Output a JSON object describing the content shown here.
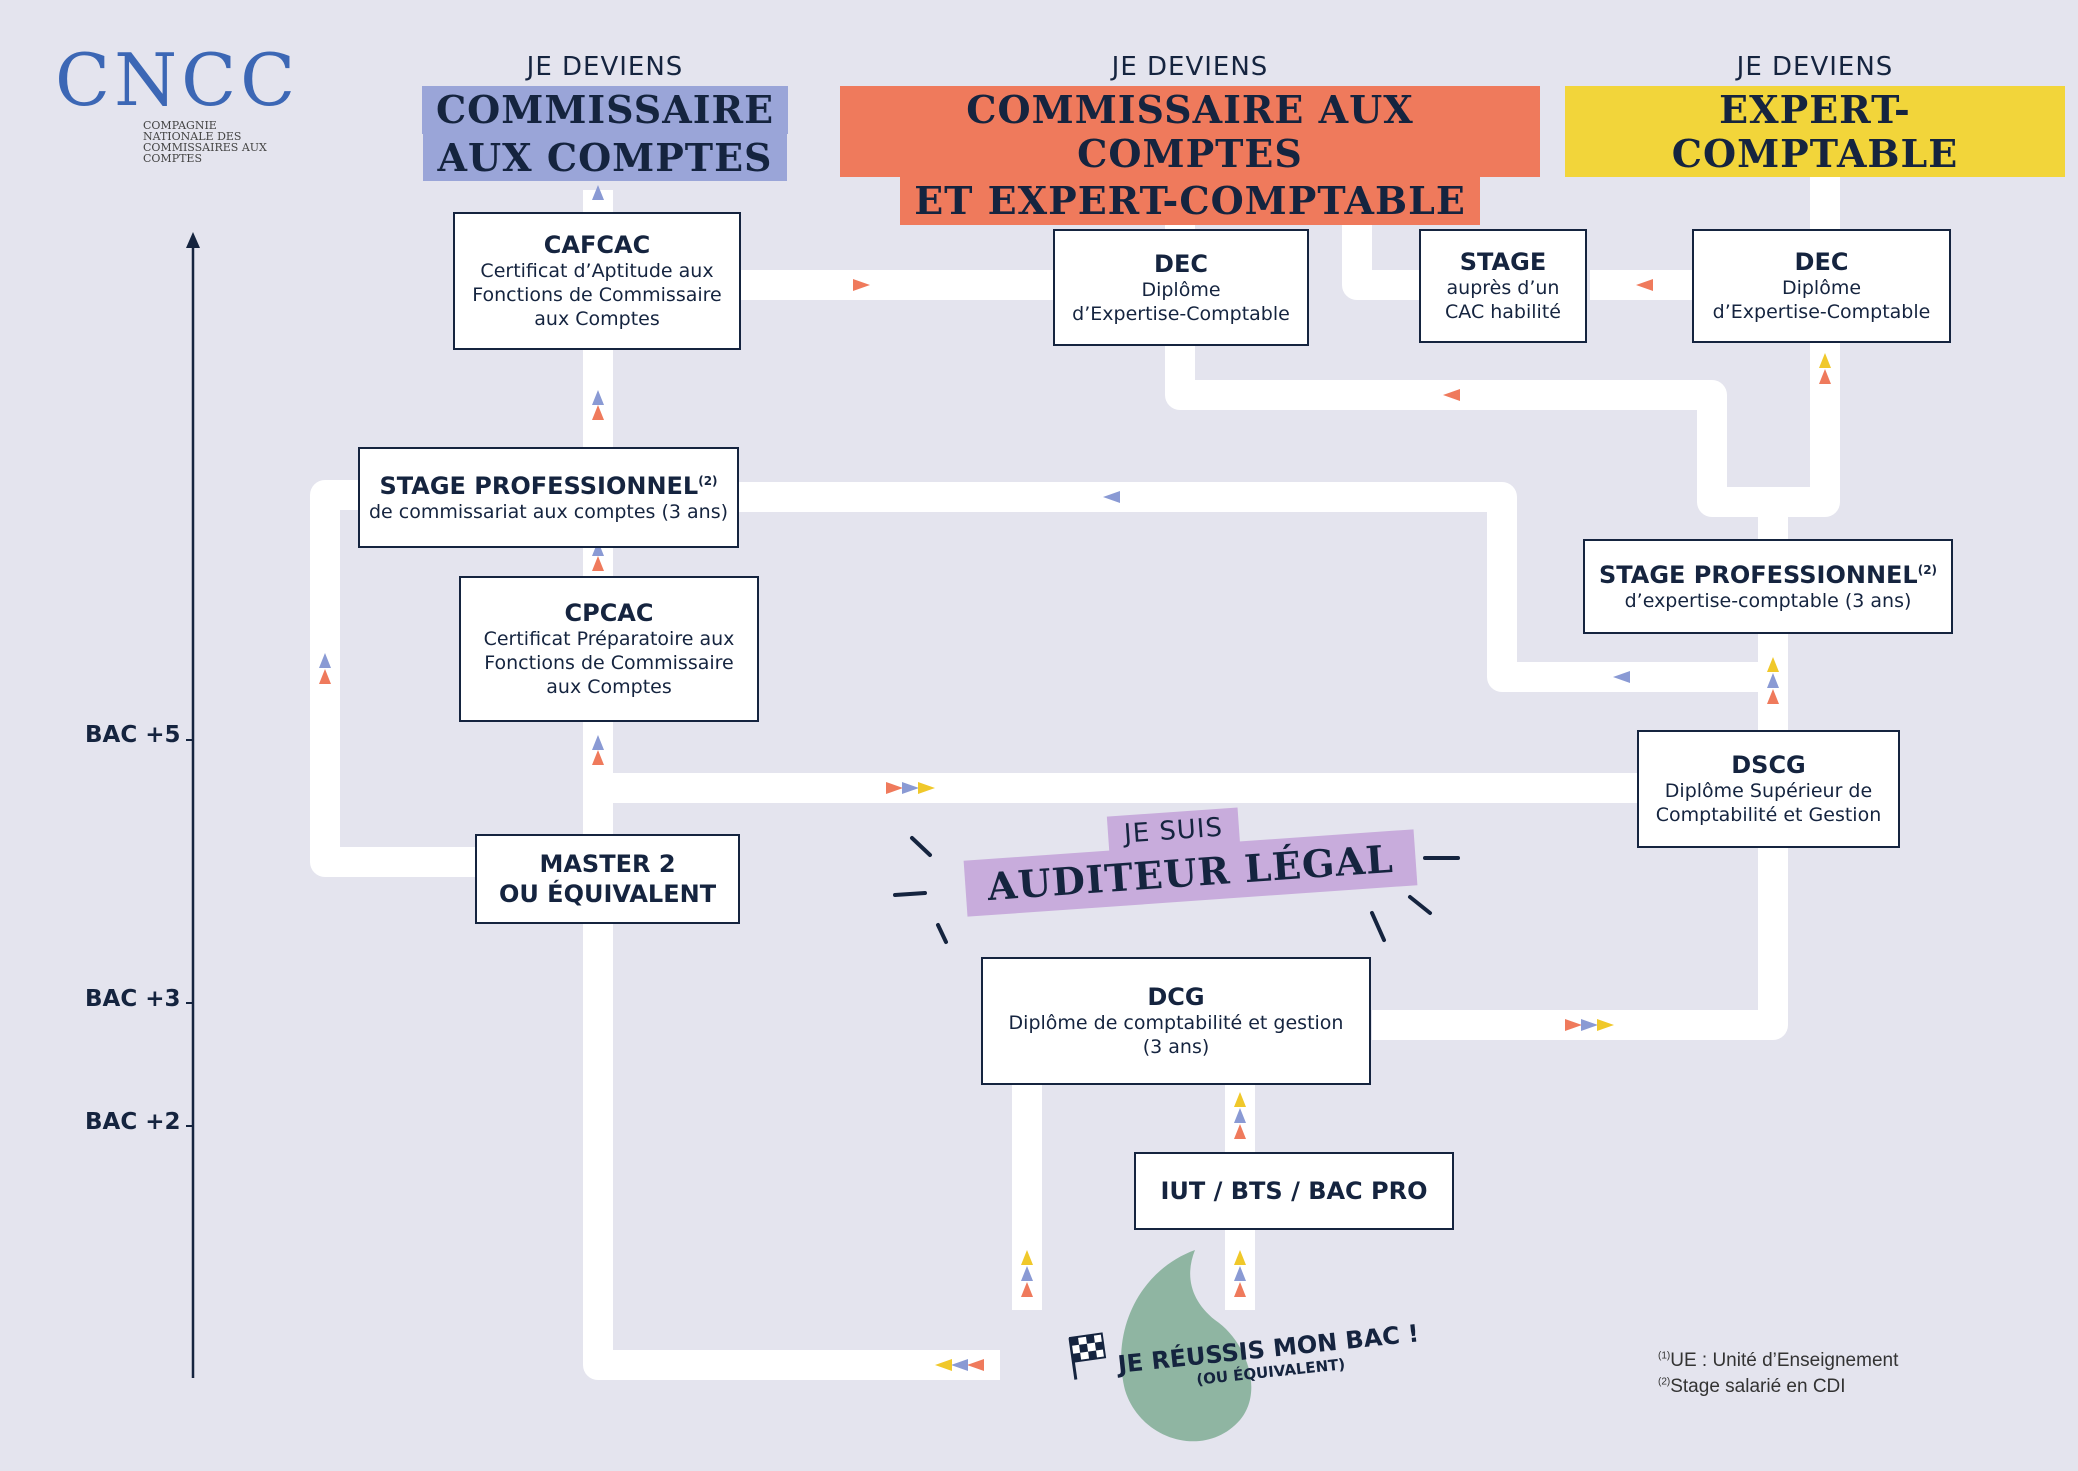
{
  "logo": {
    "letters": "CNCC",
    "line1": "COMPAGNIE",
    "line2": "NATIONALE DES",
    "line3": "COMMISSAIRES AUX",
    "line4": "COMPTES"
  },
  "headings": {
    "cac": {
      "small": "JE DEVIENS",
      "line1": "COMMISSAIRE",
      "line2": "AUX COMPTES"
    },
    "both": {
      "small": "JE DEVIENS",
      "line1": "COMMISSAIRE AUX COMPTES",
      "line2": "ET EXPERT-COMPTABLE"
    },
    "ec": {
      "small": "JE DEVIENS",
      "line1": "EXPERT-COMPTABLE"
    },
    "auditeur": {
      "small": "JE SUIS",
      "big": "AUDITEUR LÉGAL"
    }
  },
  "boxes": {
    "cafcac": {
      "title": "CAFCAC",
      "l1": "Certificat d’Aptitude aux",
      "l2": "Fonctions de Commissaire",
      "l3": "aux Comptes"
    },
    "dec1": {
      "title": "DEC",
      "l1": "Diplôme",
      "l2": "d’Expertise-Comptable"
    },
    "stage_cac": {
      "title": "STAGE",
      "l1": "auprès d’un",
      "l2": "CAC habilité"
    },
    "dec2": {
      "title": "DEC",
      "l1": "Diplôme",
      "l2": "d’Expertise-Comptable"
    },
    "stage_pro_cac": {
      "title": "STAGE PROFESSIONNEL",
      "sup": "(2)",
      "l1": "de commissariat aux comptes (3 ans)"
    },
    "stage_pro_ec": {
      "title": "STAGE PROFESSIONNEL",
      "sup": "(2)",
      "l1": "d’expertise-comptable (3 ans)"
    },
    "cpcac": {
      "title": "CPCAC",
      "l1": "Certificat Préparatoire aux",
      "l2": "Fonctions de Commissaire",
      "l3": "aux Comptes"
    },
    "dscg": {
      "title": "DSCG",
      "l1": "Diplôme Supérieur de",
      "l2": "Comptabilité et Gestion"
    },
    "master": {
      "l1": "MASTER 2",
      "l2": "OU ÉQUIVALENT"
    },
    "dcg": {
      "title": "DCG",
      "l1": "Diplôme de comptabilité et gestion",
      "l2": "(3 ans)"
    },
    "iut": {
      "title": "IUT / BTS / BAC PRO"
    }
  },
  "axis": {
    "bac5": "BAC +5",
    "bac3": "BAC +3",
    "bac2": "BAC +2"
  },
  "start": {
    "line1": "JE RÉUSSIS MON BAC !",
    "line2": "(OU ÉQUIVALENT)",
    "flag": "checkered-flag-icon"
  },
  "notes": {
    "n1_sup": "(1)",
    "n1": "UE : Unité d’Enseignement",
    "n2_sup": "(2)",
    "n2": "Stage salarié en CDI"
  },
  "colors": {
    "background": "#e4e4ee",
    "navy": "#15243f",
    "blue_hl": "#9aa5d8",
    "orange_hl": "#ef7a5c",
    "yellow_hl": "#f2d53a",
    "violet_hl": "#c8acdc",
    "road": "#ffffff",
    "blob": "#8fb5a2",
    "arrow_orange": "#ef7a5c",
    "arrow_blue": "#8a9ad4",
    "arrow_yellow": "#f0c82a"
  }
}
